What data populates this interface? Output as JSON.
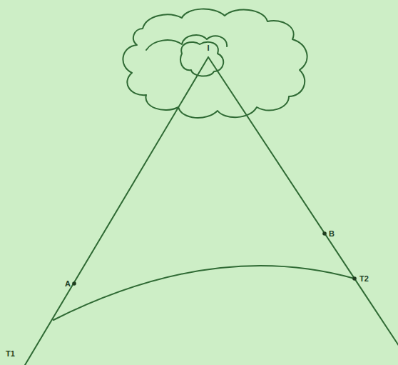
{
  "diagram": {
    "labels": [
      "I",
      "A",
      "B",
      "T2",
      "T1"
    ]
  }
}
